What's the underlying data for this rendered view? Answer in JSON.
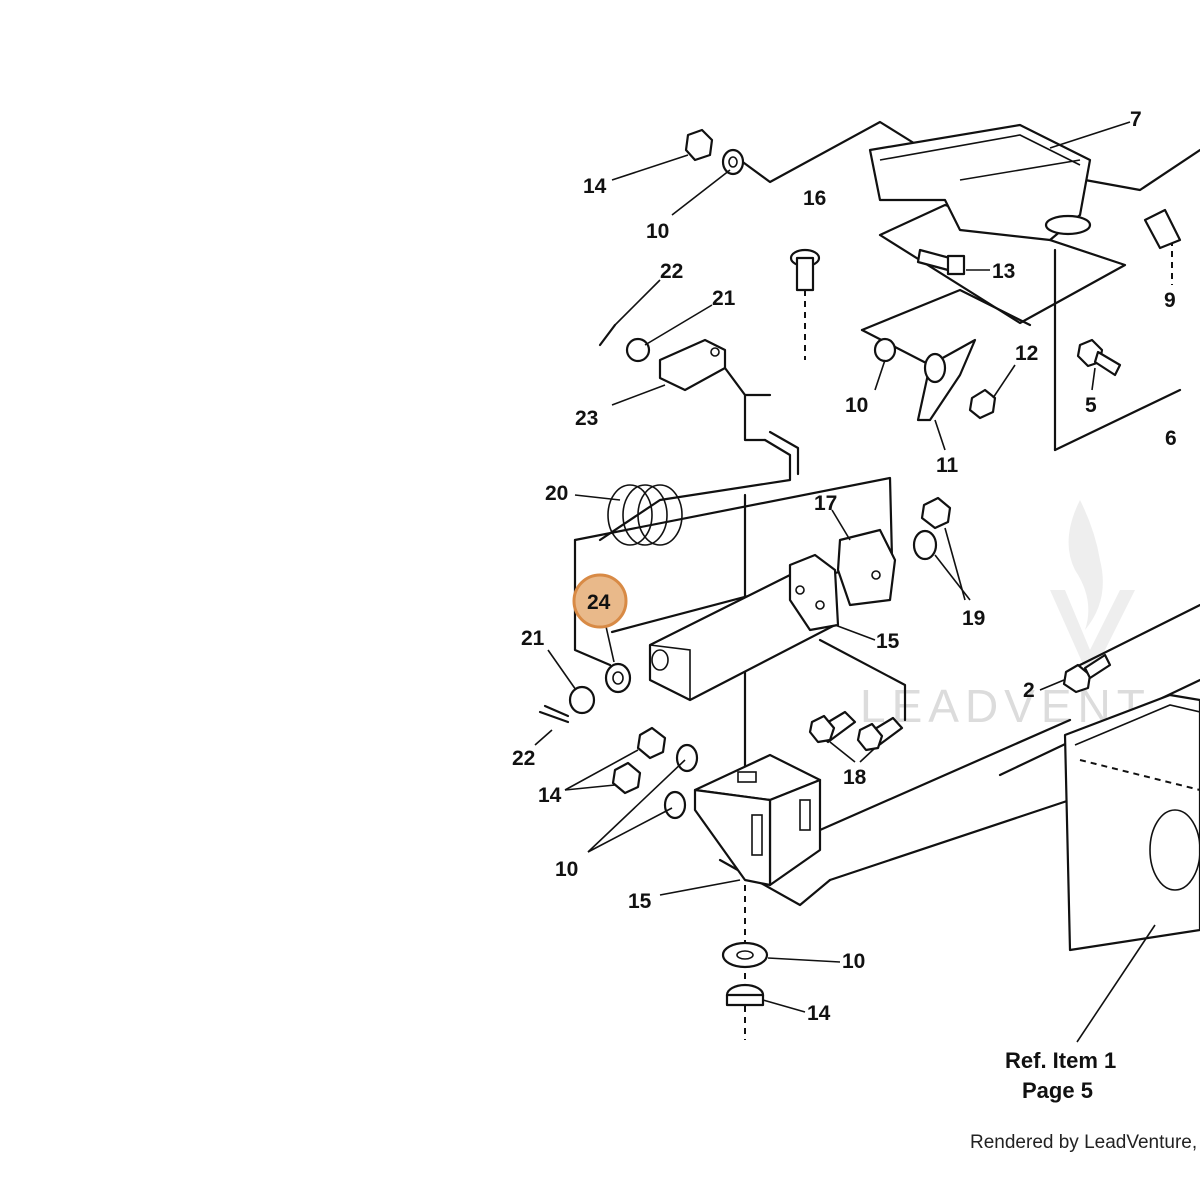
{
  "callouts": {
    "c7": "7",
    "c14a": "14",
    "c10a": "10",
    "c16": "16",
    "c13": "13",
    "c9": "9",
    "c22a": "22",
    "c21a": "21",
    "c23": "23",
    "c12": "12",
    "c10b": "10",
    "c11": "11",
    "c5": "5",
    "c6": "6",
    "c20": "20",
    "c17": "17",
    "c19": "19",
    "c24": "24",
    "c21b": "21",
    "c15a": "15",
    "c2": "2",
    "c22b": "22",
    "c14b": "14",
    "c18": "18",
    "c10c": "10",
    "c15b": "15",
    "c10d": "10",
    "c14c": "14"
  },
  "highlighted_callout": "24",
  "highlight_color": "#e9b98a",
  "reference": {
    "line1": "Ref. Item 1",
    "line2": "Page 5"
  },
  "watermark": "LEADVENT",
  "credit": "Rendered by LeadVenture, In"
}
